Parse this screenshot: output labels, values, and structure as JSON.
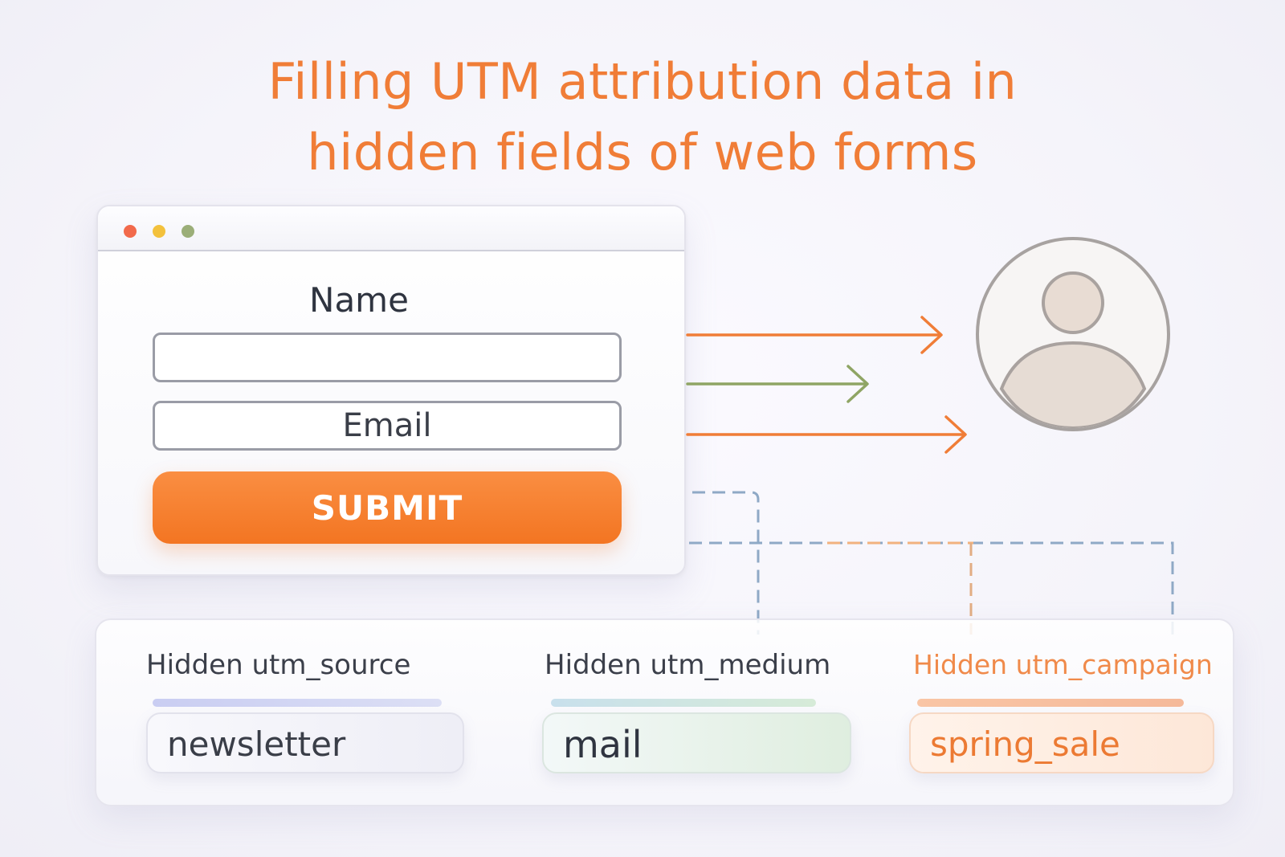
{
  "title": {
    "line1": "Filling UTM attribution data in",
    "line2": "hidden fields of web forms"
  },
  "form": {
    "name_label": "Name",
    "email_placeholder": "Email",
    "submit_label": "SUBMIT"
  },
  "hidden_fields": [
    {
      "label": "Hidden utm_source",
      "value": "newsletter"
    },
    {
      "label": "Hidden utm_medium",
      "value": "mail"
    },
    {
      "label": "Hidden utm_campaign",
      "value": "spring_sale"
    }
  ],
  "colors": {
    "accent_orange": "#f07d37",
    "arrow_green": "#8fa564",
    "dashed_blue": "#8fa9c6",
    "dashed_orange": "#f2b27e"
  },
  "icons": {
    "window_controls": [
      "red-dot",
      "yellow-dot",
      "green-dot"
    ],
    "user": "user-avatar-icon"
  }
}
